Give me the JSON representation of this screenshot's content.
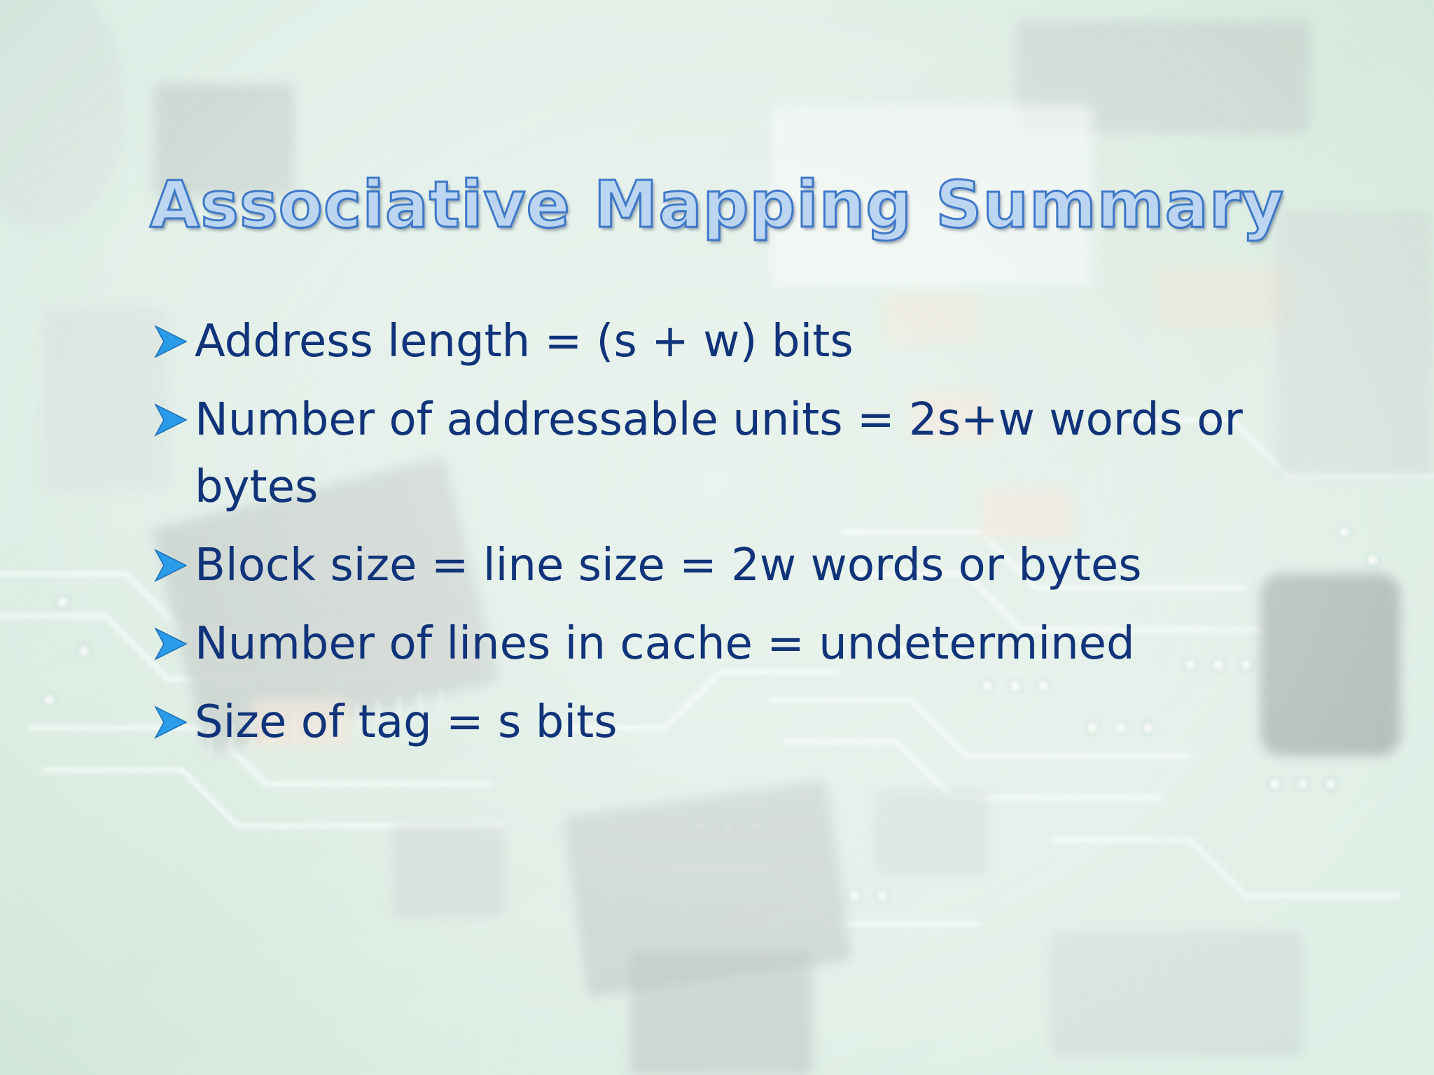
{
  "slide": {
    "title": "Associative Mapping Summary",
    "bullets": [
      "Address length = (s + w) bits",
      "Number of addressable units = 2s+w words or bytes",
      "Block size = line size = 2w words or bytes",
      "Number of lines in cache = undetermined",
      "Size of tag = s bits"
    ],
    "bullet_icon": "arrowhead-bullet-icon",
    "colors": {
      "title_fill": "#bcd6f2",
      "title_outline": "#3f78c8",
      "body_text": "#10337a",
      "bullet_arrow": "#2a9be8",
      "background": "#e6f2ea"
    }
  }
}
